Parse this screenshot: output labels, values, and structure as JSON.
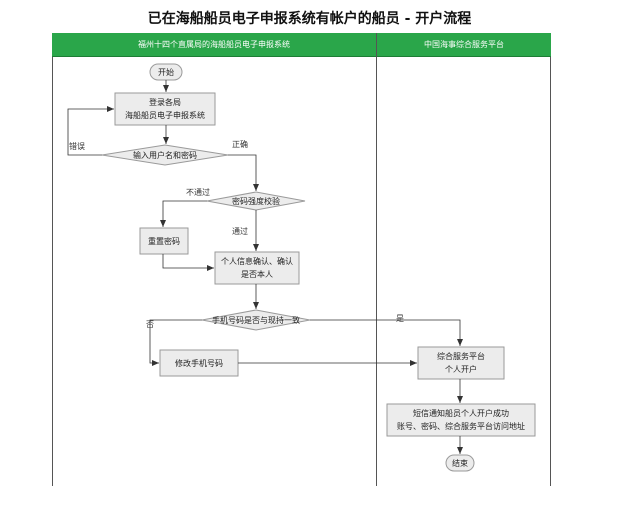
{
  "title": "已在海船船员电子申报系统有帐户的船员 - 开户流程",
  "lanes": {
    "left": "福州十四个直属局的海船船员电子申报系统",
    "right": "中国海事综合服务平台"
  },
  "nodes": {
    "start": "开始",
    "login": [
      "登录各局",
      "海船船员电子申报系统"
    ],
    "input": "输入用户名和密码",
    "pwd_check": "密码强度校验",
    "reset_pwd": "重置密码",
    "confirm": [
      "个人信息确认、确认",
      "是否本人"
    ],
    "phone_check": "手机号码是否与现持一致",
    "edit_phone": "修改手机号码",
    "platform": [
      "综合服务平台",
      "个人开户"
    ],
    "sms": [
      "短信通知船员个人开户成功",
      "账号、密码、综合服务平台访问地址"
    ],
    "end": "结束"
  },
  "edges": {
    "wrong": "错误",
    "right": "正确",
    "fail": "不通过",
    "pass": "通过",
    "no": "否",
    "yes": "是"
  },
  "colors": {
    "lane_header": "#2aa64a",
    "box_fill": "#ececec",
    "box_stroke": "#9a9a9a",
    "arrow": "#333333"
  }
}
